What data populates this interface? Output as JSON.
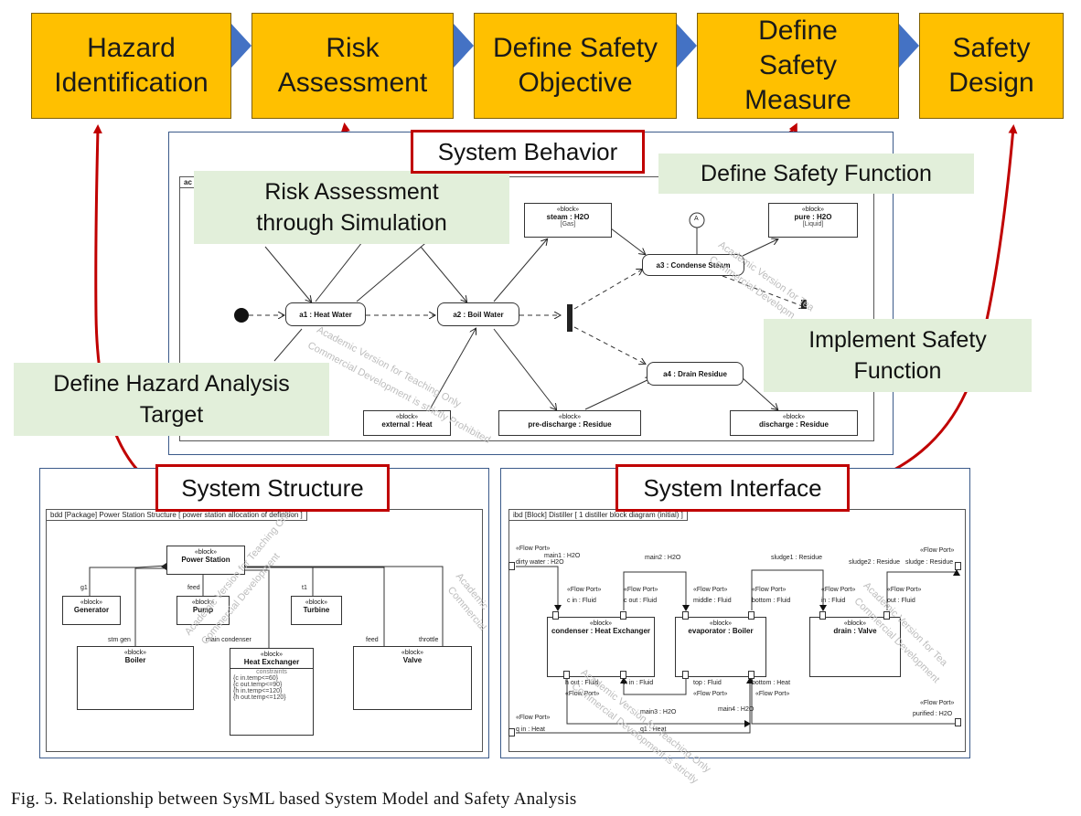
{
  "process_steps": [
    {
      "label": "Hazard\nIdentification"
    },
    {
      "label": "Risk\nAssessment"
    },
    {
      "label": "Define Safety\nObjective"
    },
    {
      "label": "Define\nSafety\nMeasure"
    },
    {
      "label": "Safety\nDesign"
    }
  ],
  "labels": {
    "system_behavior": "System Behavior",
    "system_structure": "System Structure",
    "system_interface": "System Interface"
  },
  "notes": {
    "risk_sim": "Risk Assessment\nthrough Simulation",
    "define_safety_function": "Define Safety Function",
    "implement_safety_function": "Implement Safety\nFunction",
    "define_hazard_target": "Define Hazard Analysis\nTarget"
  },
  "activity": {
    "frame_tab": "ac",
    "actions": {
      "a1": "a1 : Heat Water",
      "a2": "a2 : Boil Water",
      "a3": "a3 : Condense Steam",
      "a4": "a4 : Drain Residue"
    },
    "blocks": {
      "steam": {
        "stereo": "«block»",
        "name": "steam : H2O",
        "sub": "[Gas]"
      },
      "pure": {
        "stereo": "«block»",
        "name": "pure : H2O",
        "sub": "[Liquid]"
      },
      "external": {
        "stereo": "«block»",
        "name": "external : Heat"
      },
      "prediscarge": {
        "stereo": "«block»",
        "name": "pre-discharge : Residue"
      },
      "discharge": {
        "stereo": "«block»",
        "name": "discharge : Residue"
      }
    },
    "connector": "A",
    "watermark1": "Academic Version for Teaching Only",
    "watermark2": "Commercial Development is strictly Prohibited",
    "watermark3": "Academic Version for Tea",
    "watermark4": "Commercial Developm"
  },
  "bdd": {
    "header": "bdd [Package] Power Station Structure [ power station allocation of definition ]",
    "stereo": "«block»",
    "power_station": "Power Station",
    "generator": "Generator",
    "pump": "Pump",
    "turbine": "Turbine",
    "boiler": "Boiler",
    "heat_exchanger": "Heat Exchanger",
    "valve": "Valve",
    "role_g1": "g1",
    "role_feed": "feed",
    "role_t1": "t1",
    "role_stm_gen": "stm gen",
    "role_main_condenser": "main condenser",
    "role_feed2": "feed",
    "role_throttle": "throttle",
    "constraints_title": "constraints",
    "constraints": [
      "{c in.temp<=60}",
      "{c out.temp<=90}",
      "{h in.temp<=120}",
      "{h out.temp<=120}"
    ],
    "watermark1": "Academic Version for Teaching Only",
    "watermark2": "Commercial Development",
    "watermark3": "Academic",
    "watermark4": "Commercial"
  },
  "ibd": {
    "header": "ibd [Block] Distiller [ 1 distiller block diagram (initial) ]",
    "flow_port": "«Flow Port»",
    "dirty_water": "dirty water : H2O",
    "main1": "main1 : H2O",
    "main2": "main2 : H2O",
    "main3": "main3 : H2O",
    "main4": "main4 : H2O",
    "sludge1": "sludge1 : Residue",
    "sludge2": "sludge2 : Residue",
    "sludge_port": "sludge : Residue",
    "c_in": "c in : Fluid",
    "c_out": "c out : Fluid",
    "middle": "middle : Fluid",
    "bottom": "bottom : Fluid",
    "in_fluid": "in : Fluid",
    "out_fluid": "out : Fluid",
    "h_out": "h out : Fluid",
    "h_in": "h in : Fluid",
    "top": "top : Fluid",
    "bottom_heat": "bottom : Heat",
    "q_in": "q in : Heat",
    "q1": "q1 : Heat",
    "purified": "purified : H2O",
    "block_stereo": "«block»",
    "condenser": "condenser : Heat Exchanger",
    "evaporator": "evaporator : Boiler",
    "drain": "drain : Valve",
    "watermark1": "Academic Version for Teaching Only",
    "watermark2": "Commercial Development is strictly",
    "watermark3": "Academic Version for Tea",
    "watermark4": "Commercial Development"
  },
  "caption": "Fig. 5. Relationship between SysML based System Model and Safety Analysis",
  "colors": {
    "step_fill": "#ffc000",
    "chevron": "#4472c4",
    "red": "#c00000",
    "note_fill": "#e2efda",
    "panel_border": "#3b5a8a"
  }
}
